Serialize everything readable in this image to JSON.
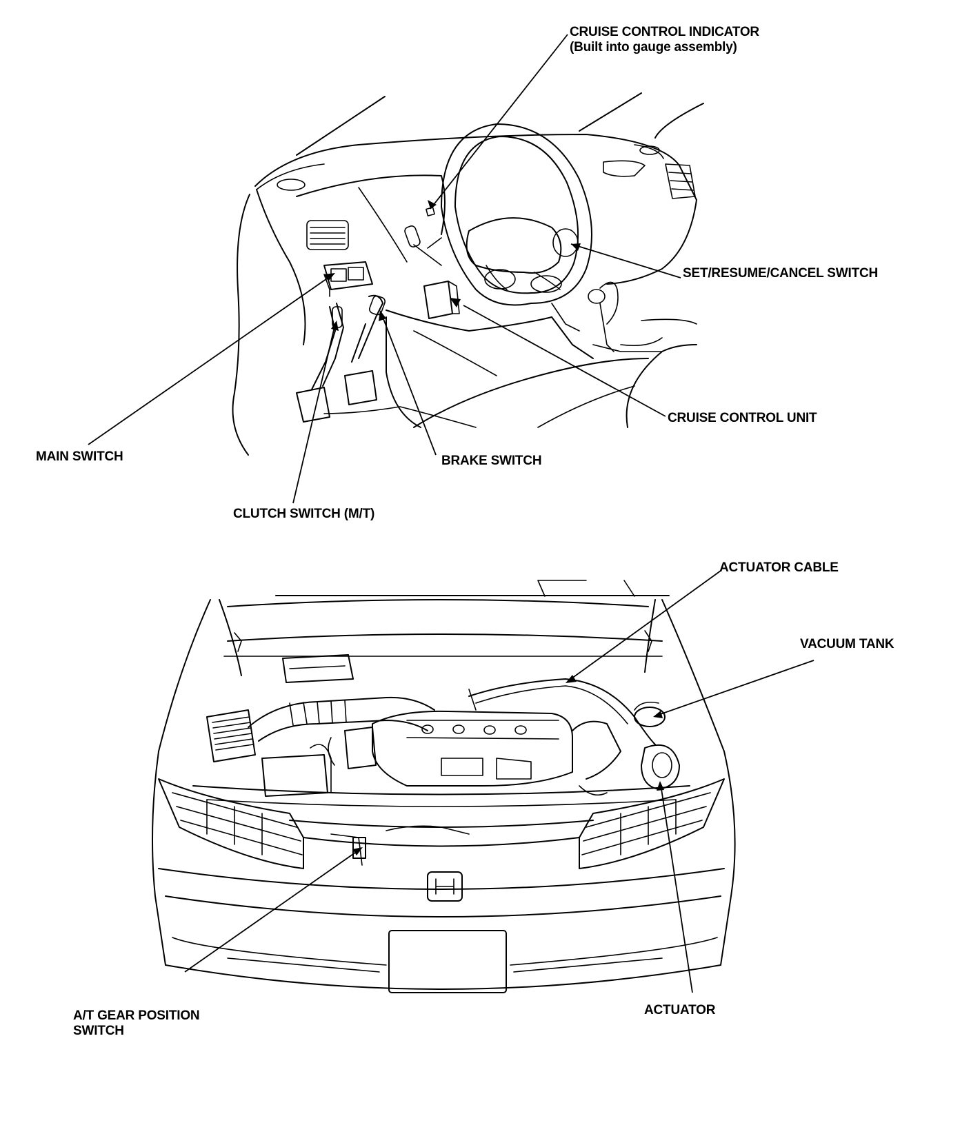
{
  "labels": {
    "cruise_indicator": {
      "line1": "CRUISE CONTROL INDICATOR",
      "line2": "(Built into gauge assembly)"
    },
    "set_resume_cancel": "SET/RESUME/CANCEL SWITCH",
    "cruise_unit": "CRUISE CONTROL UNIT",
    "main_switch": "MAIN SWITCH",
    "brake_switch": "BRAKE SWITCH",
    "clutch_switch": "CLUTCH SWITCH (M/T)",
    "actuator_cable": "ACTUATOR CABLE",
    "vacuum_tank": "VACUUM TANK",
    "at_gear_switch": {
      "line1": "A/T GEAR POSITION",
      "line2": "SWITCH"
    },
    "actuator": "ACTUATOR"
  }
}
